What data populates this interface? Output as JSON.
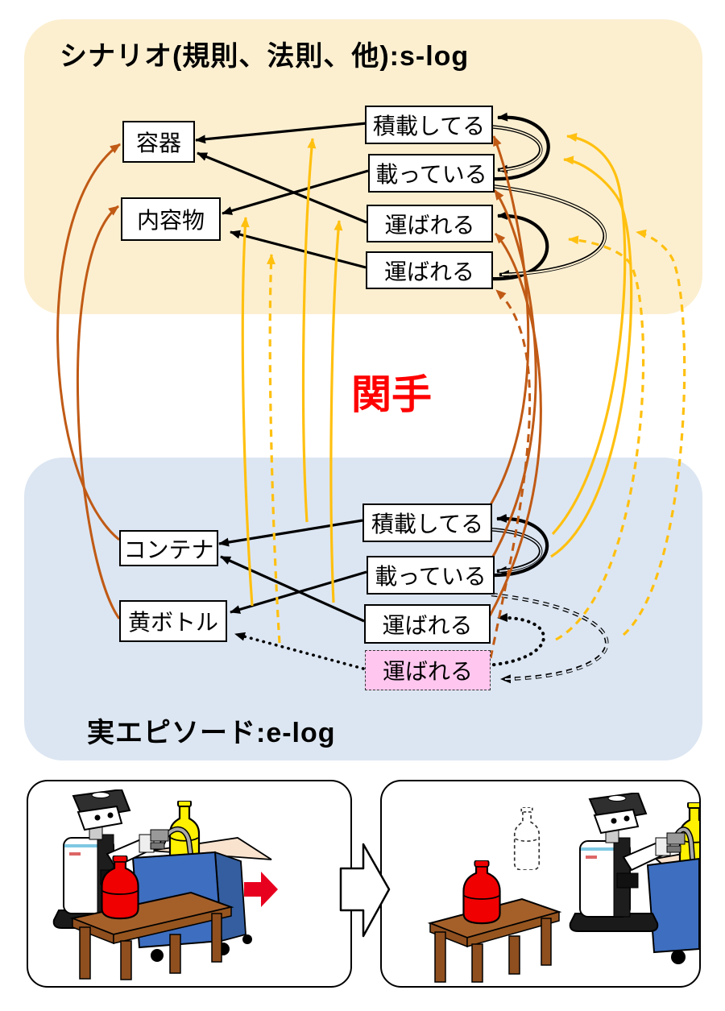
{
  "slog": {
    "title": "シナリオ(規則、法則、他):s-log",
    "objects": {
      "container": "容器",
      "contents": "内容物"
    },
    "states": [
      "積載してる",
      "載っている",
      "運ばれる",
      "運ばれる"
    ]
  },
  "functor_label": "関手",
  "elog": {
    "title": "実エピソード:e-log",
    "objects": {
      "container": "コンテナ",
      "bottle": "黄ボトル"
    },
    "states": [
      "積載してる",
      "載っている",
      "運ばれる",
      "運ばれる"
    ]
  },
  "colors": {
    "slog_bg": "#FCEFD0",
    "elog_bg": "#DCE6F2",
    "object_map_arrow": "#C05A15",
    "morphism_map_arrow": "#FFC010",
    "functor_text": "#FF0000",
    "hypothetical_box_bg": "#FFC7EF",
    "scene_cart": "#3D6EC0",
    "scene_red_bottle": "#F00000",
    "scene_yellow_bottle": "#FFF100"
  },
  "scenes": {
    "left_objects": [
      "robot",
      "cart",
      "yellow-bottle",
      "red-bottle",
      "table",
      "red-arrow"
    ],
    "right_objects": [
      "ghost-bottle",
      "red-bottle",
      "table",
      "robot",
      "cart",
      "yellow-bottle"
    ],
    "transition": "hollow-right-arrow"
  }
}
